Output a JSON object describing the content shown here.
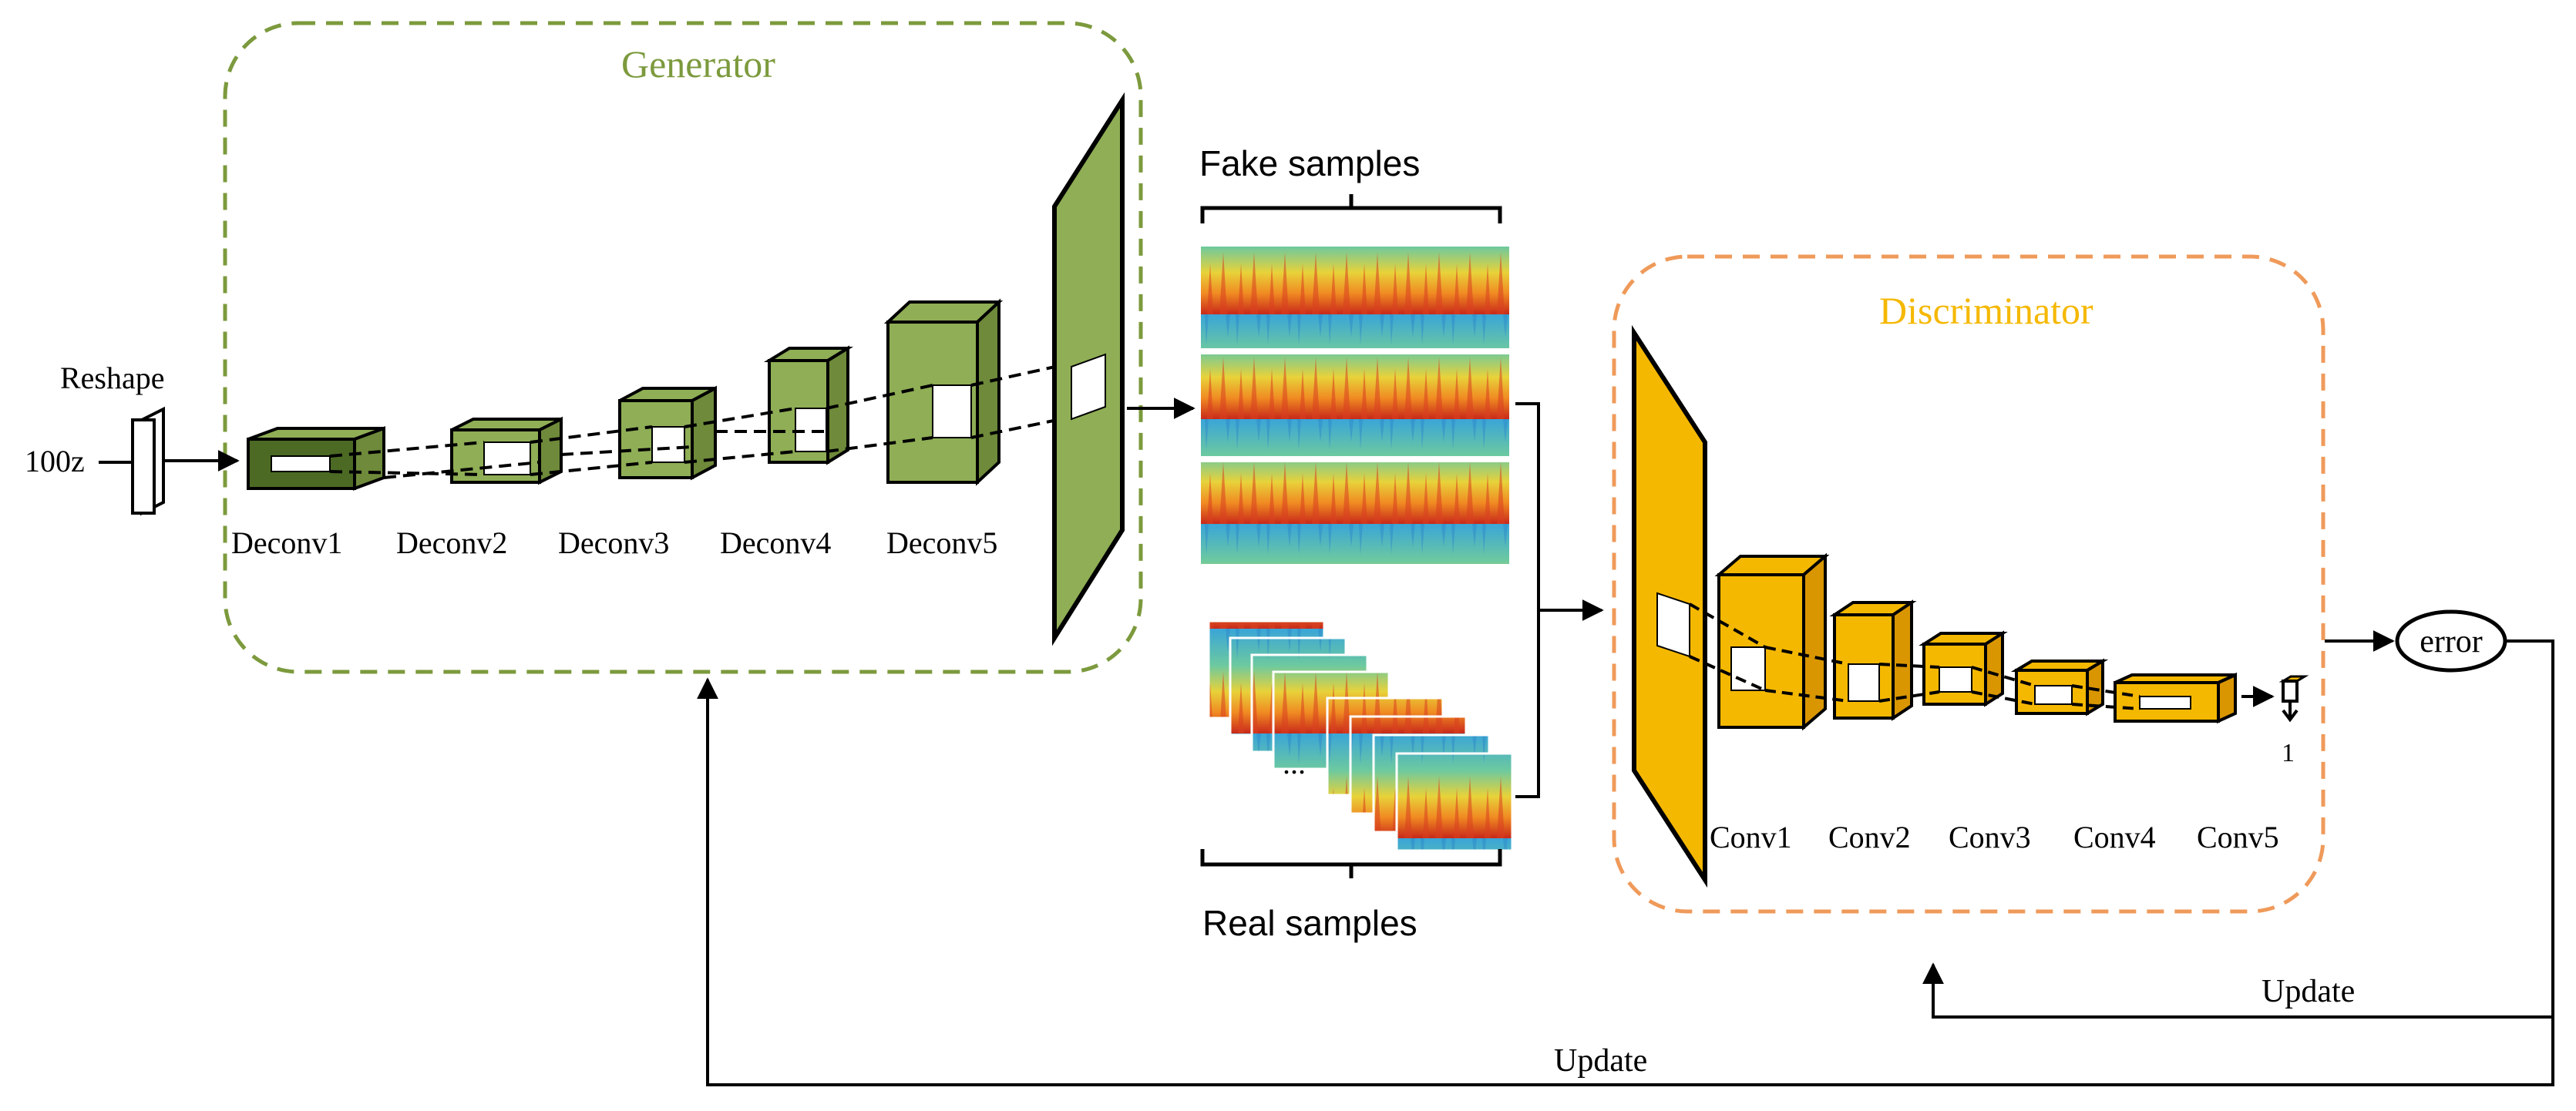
{
  "generator": {
    "title": "Generator",
    "layers": [
      "Deconv1",
      "Deconv2",
      "Deconv3",
      "Deconv4",
      "Deconv5"
    ]
  },
  "input": {
    "reshape_label": "Reshape",
    "noise_label": "100z"
  },
  "samples": {
    "fake_label": "Fake samples",
    "real_label": "Real samples",
    "ellipsis": "..."
  },
  "discriminator": {
    "title": "Discriminator",
    "layers": [
      "Conv1",
      "Conv2",
      "Conv3",
      "Conv4",
      "Conv5"
    ],
    "output_label": "1"
  },
  "error_label": "error",
  "update_labels": {
    "discriminator": "Update",
    "generator": "Update"
  },
  "colors": {
    "generator": "#8fae55",
    "generator_border": "#6e8a3a",
    "discriminator": "#f5b800",
    "discriminator_border": "#ef9a5a",
    "generator_title": "#7c9a3d",
    "discriminator_title": "#f5b800"
  }
}
